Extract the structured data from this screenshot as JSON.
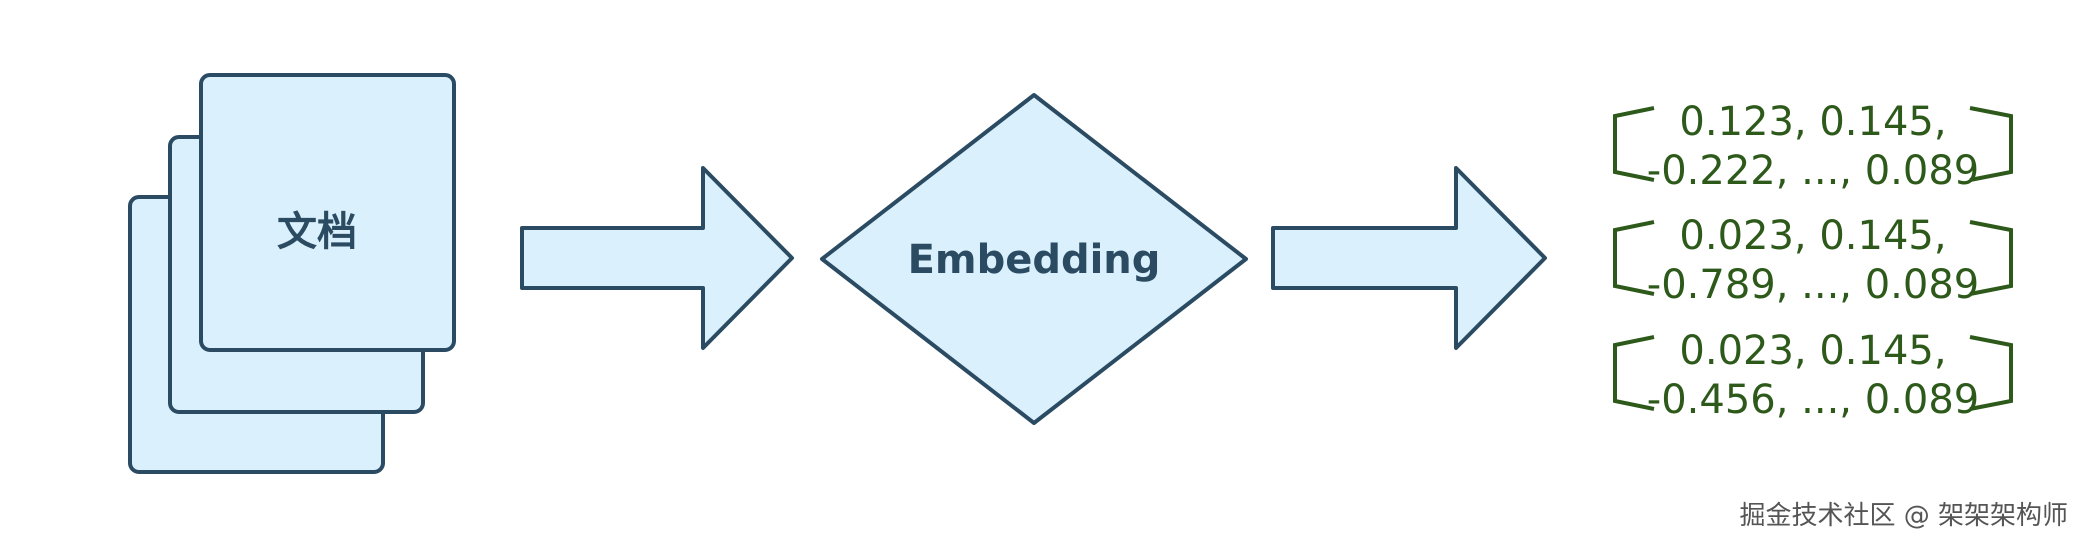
{
  "document_label": "文档",
  "process_label": "Embedding",
  "vectors": [
    {
      "line1": "0.123, 0.145,",
      "line2": "-0.222, ..., 0.089"
    },
    {
      "line1": "0.023, 0.145,",
      "line2": "-0.789, ..., 0.089"
    },
    {
      "line1": "0.023, 0.145,",
      "line2": "-0.456, ..., 0.089"
    }
  ],
  "watermark": "掘金技术社区 @ 架架架构师",
  "colors": {
    "fill": "#daf0fc",
    "stroke": "#2b4b63",
    "vector_text": "#2d5a1a"
  }
}
